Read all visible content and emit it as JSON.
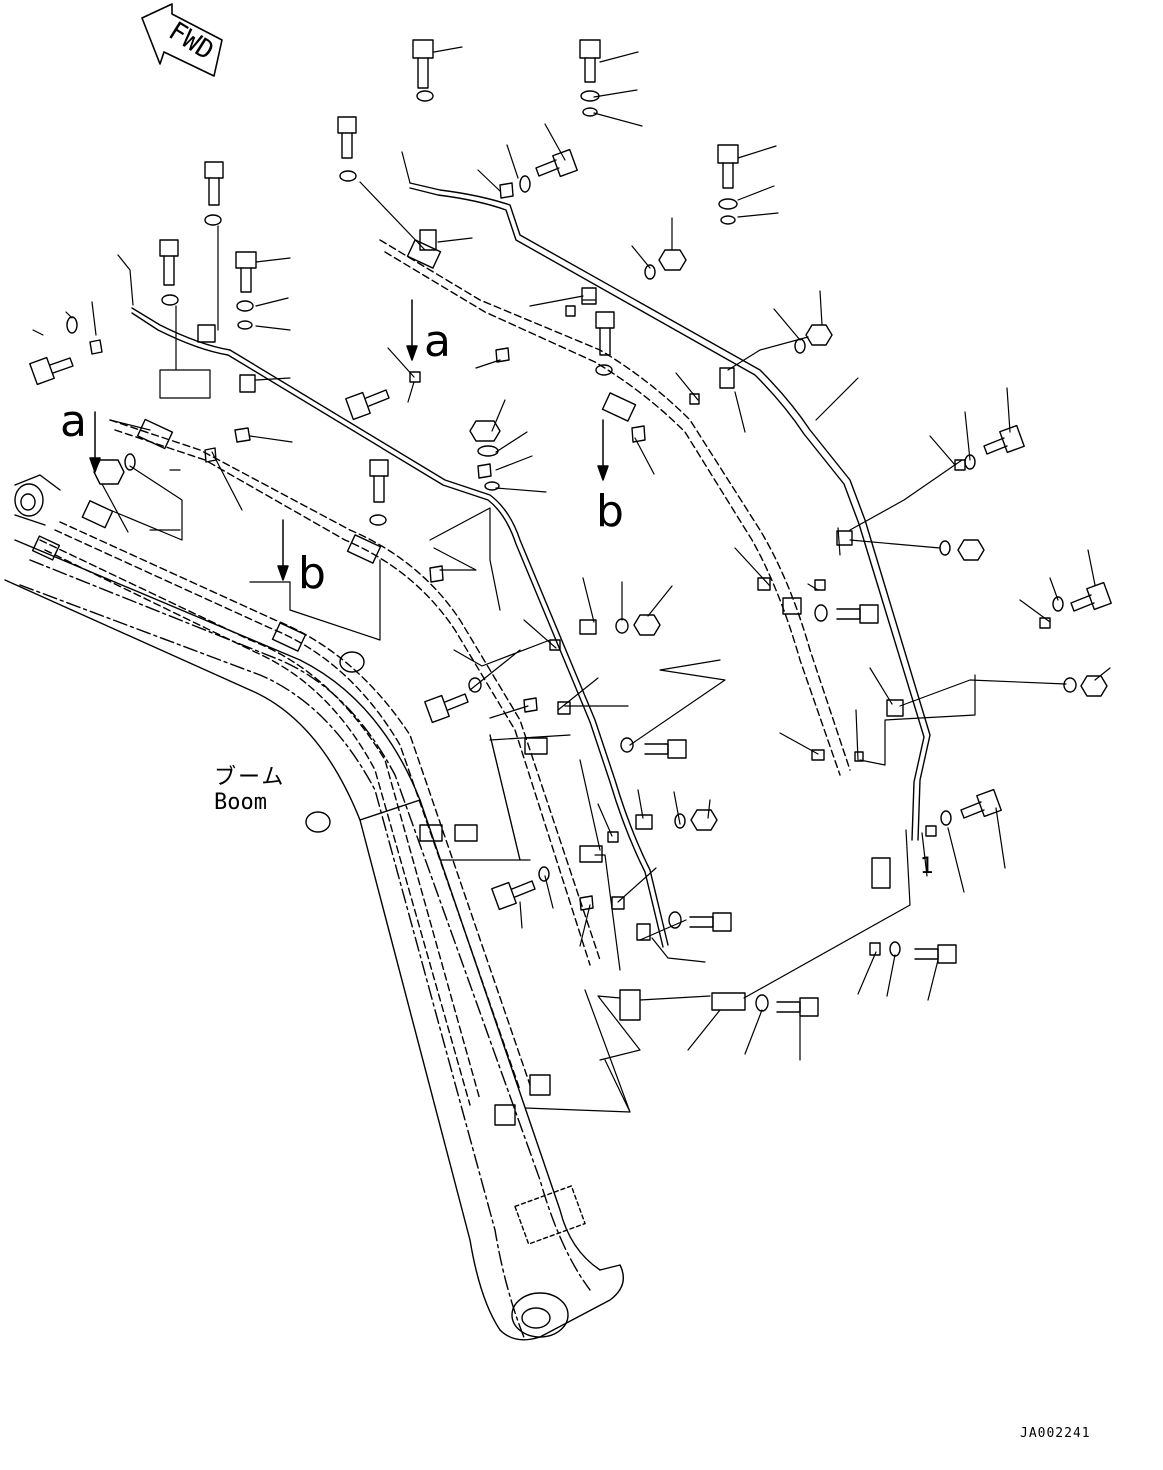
{
  "direction": {
    "label": "FWD"
  },
  "callouts": {
    "view_a": "a",
    "view_b": "b"
  },
  "boom": {
    "label_jp": "ブーム",
    "label_en": "Boom"
  },
  "ref_number": "1",
  "drawing_code": "JA002241",
  "colors": {
    "line": "#000000",
    "background": "#ffffff"
  }
}
